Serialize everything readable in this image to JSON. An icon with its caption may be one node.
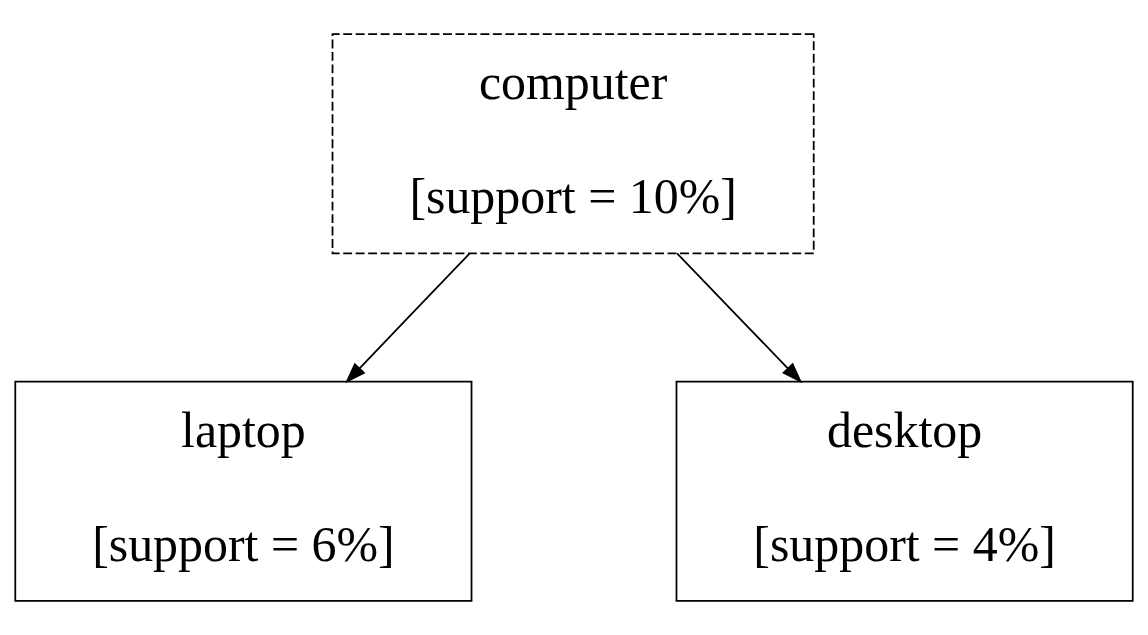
{
  "diagram": {
    "nodes": [
      {
        "text": [
          "computer",
          "[support = 10%]"
        ]
      },
      {
        "text": [
          "laptop",
          "[support = 6%]"
        ]
      },
      {
        "text": [
          "desktop",
          "[support = 4%]"
        ]
      }
    ],
    "edges": [
      {
        "from": 0,
        "to": 1,
        "arrow": "to"
      },
      {
        "from": 0,
        "to": 2,
        "arrow": "to"
      }
    ]
  }
}
